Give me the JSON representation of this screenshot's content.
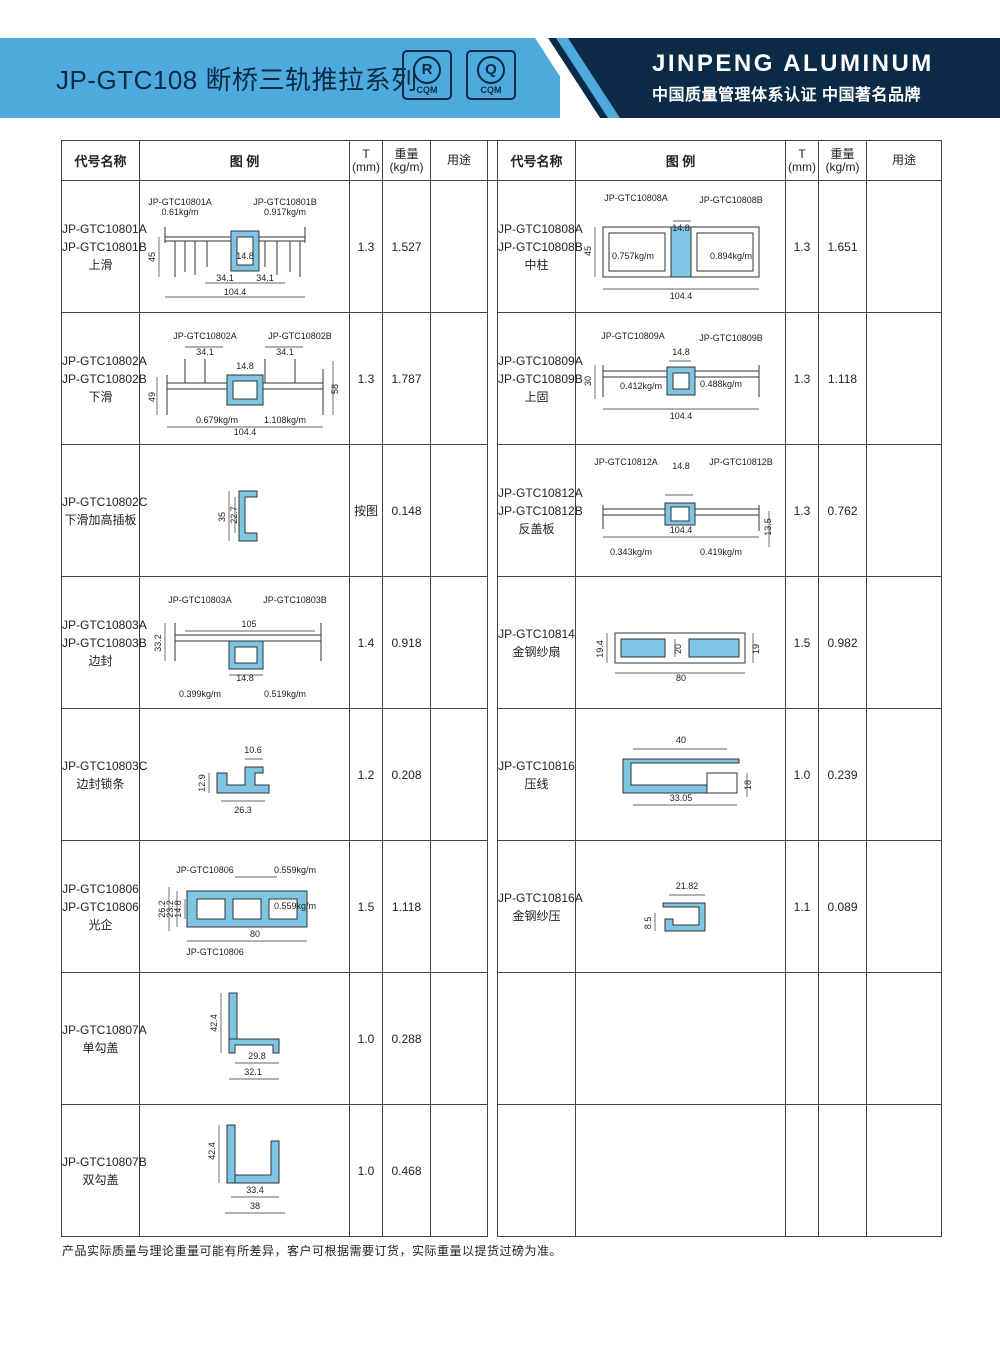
{
  "header": {
    "title": "JP-GTC108 断桥三轨推拉系列",
    "cert_logos": [
      {
        "letter": "R",
        "caption": "CQM",
        "icon": "cqm-r-certification-icon"
      },
      {
        "letter": "Q",
        "caption": "CQM",
        "icon": "cqm-q-certification-icon"
      }
    ],
    "brand_en": "JINPENG ALUMINUM",
    "brand_cn": "中国质量管理体系认证 中国著名品牌",
    "colors": {
      "banner_light": "#4ea9dc",
      "banner_dark": "#0b2a46",
      "stripe": "#ffffff"
    }
  },
  "table_header": {
    "code": "代号名称",
    "drawing": "图 例",
    "t_line1": "T",
    "t_line2": "(mm)",
    "weight_line1": "重量",
    "weight_line2": "(kg/m)",
    "usage": "用途"
  },
  "left_rows": [
    {
      "codes": [
        "JP-GTC10801A",
        "JP-GTC10801B",
        "上滑"
      ],
      "t": "1.3",
      "weight": "1.527",
      "drawing": {
        "labels": [
          "JP-GTC10801A",
          "JP-GTC10801B",
          "0.61kg/m",
          "0.917kg/m",
          "45",
          "14.8",
          "34.1",
          "34.1",
          "104.4"
        ]
      }
    },
    {
      "codes": [
        "JP-GTC10802A",
        "JP-GTC10802B",
        "下滑"
      ],
      "t": "1.3",
      "weight": "1.787",
      "drawing": {
        "labels": [
          "JP-GTC10802A",
          "JP-GTC10802B",
          "34.1",
          "34.1",
          "14.8",
          "49",
          "58",
          "0.679kg/m",
          "1.108kg/m",
          "104.4"
        ]
      }
    },
    {
      "codes": [
        "JP-GTC10802C",
        "下滑加高插板"
      ],
      "t": "按图",
      "weight": "0.148",
      "drawing": {
        "labels": [
          "35",
          "22.7"
        ]
      }
    },
    {
      "codes": [
        "JP-GTC10803A",
        "JP-GTC10803B",
        "边封"
      ],
      "t": "1.4",
      "weight": "0.918",
      "drawing": {
        "labels": [
          "JP-GTC10803A",
          "JP-GTC10803B",
          "105",
          "33.2",
          "14.8",
          "0.399kg/m",
          "0.519kg/m"
        ]
      }
    },
    {
      "codes": [
        "JP-GTC10803C",
        "边封锁条"
      ],
      "t": "1.2",
      "weight": "0.208",
      "drawing": {
        "labels": [
          "10.6",
          "12.9",
          "26.3"
        ]
      }
    },
    {
      "codes": [
        "JP-GTC10806",
        "JP-GTC10806",
        "光企"
      ],
      "t": "1.5",
      "weight": "1.118",
      "drawing": {
        "labels": [
          "JP-GTC10806",
          "0.559kg/m",
          "26.2",
          "23.2",
          "14.8",
          "0.559kg/m",
          "80",
          "JP-GTC10806"
        ]
      }
    },
    {
      "codes": [
        "JP-GTC10807A",
        "单勾盖"
      ],
      "t": "1.0",
      "weight": "0.288",
      "drawing": {
        "labels": [
          "42.4",
          "29.8",
          "32.1"
        ]
      }
    },
    {
      "codes": [
        "JP-GTC10807B",
        "双勾盖"
      ],
      "t": "1.0",
      "weight": "0.468",
      "drawing": {
        "labels": [
          "42.4",
          "33.4",
          "38"
        ]
      }
    }
  ],
  "right_rows": [
    {
      "codes": [
        "JP-GTC10808A",
        "JP-GTC10808B",
        "中柱"
      ],
      "t": "1.3",
      "weight": "1.651",
      "drawing": {
        "labels": [
          "JP-GTC10808A",
          "JP-GTC10808B",
          "45",
          "14.8",
          "0.757kg/m",
          "0.894kg/m",
          "104.4"
        ]
      }
    },
    {
      "codes": [
        "JP-GTC10809A",
        "JP-GTC10809B",
        "上固"
      ],
      "t": "1.3",
      "weight": "1.118",
      "drawing": {
        "labels": [
          "JP-GTC10809A",
          "JP-GTC10809B",
          "14.8",
          "30",
          "0.412kg/m",
          "0.488kg/m",
          "104.4"
        ]
      }
    },
    {
      "codes": [
        "JP-GTC10812A",
        "JP-GTC10812B",
        "反盖板"
      ],
      "t": "1.3",
      "weight": "0.762",
      "drawing": {
        "labels": [
          "JP-GTC10812A",
          "14.8",
          "JP-GTC10812B",
          "104.4",
          "13.5",
          "0.343kg/m",
          "0.419kg/m"
        ]
      }
    },
    {
      "codes": [
        "JP-GTC10814",
        "金钢纱扇"
      ],
      "t": "1.5",
      "weight": "0.982",
      "drawing": {
        "labels": [
          "19.4",
          "20",
          "19",
          "80"
        ]
      }
    },
    {
      "codes": [
        "JP-GTC10816",
        "压线"
      ],
      "t": "1.0",
      "weight": "0.239",
      "drawing": {
        "labels": [
          "40",
          "18",
          "33.05"
        ]
      }
    },
    {
      "codes": [
        "JP-GTC10816A",
        "金钢纱压"
      ],
      "t": "1.1",
      "weight": "0.089",
      "drawing": {
        "labels": [
          "21.82",
          "8.5"
        ]
      }
    },
    {
      "codes": [],
      "t": "",
      "weight": "",
      "drawing": {
        "labels": []
      }
    },
    {
      "codes": [],
      "t": "",
      "weight": "",
      "drawing": {
        "labels": []
      }
    }
  ],
  "footnote": "产品实际质量与理论重量可能有所差异，客户可根据需要订货，实际重量以提货过磅为准。"
}
